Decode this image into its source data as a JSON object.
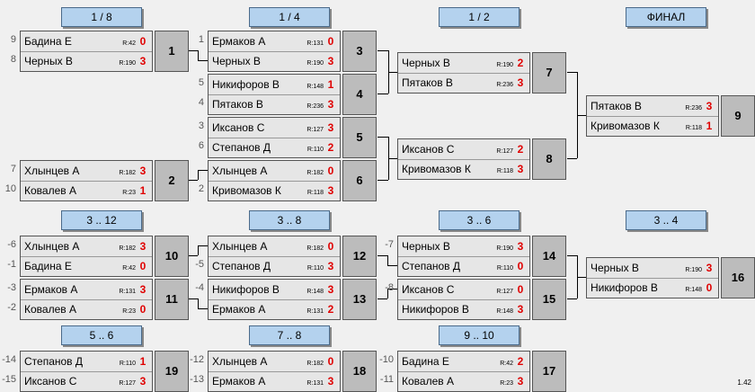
{
  "headers": [
    "1 / 8",
    "1 / 4",
    "1 / 2",
    "ФИНАЛ",
    "3 .. 12",
    "3 .. 8",
    "3 .. 6",
    "3 .. 4",
    "5 .. 6",
    "7 .. 8",
    "9 .. 10"
  ],
  "version": "1.42",
  "matches": [
    {
      "num": "1",
      "p1": {
        "name": "Бадина Е",
        "rating": "R:42",
        "score": "0"
      },
      "p2": {
        "name": "Черных В",
        "rating": "R:190",
        "score": "3"
      },
      "s1": "9",
      "s2": "8"
    },
    {
      "num": "2",
      "p1": {
        "name": "Хлынцев А",
        "rating": "R:182",
        "score": "3"
      },
      "p2": {
        "name": "Ковалев А",
        "rating": "R:23",
        "score": "1"
      },
      "s1": "7",
      "s2": "10"
    },
    {
      "num": "3",
      "p1": {
        "name": "Ермаков А",
        "rating": "R:131",
        "score": "0"
      },
      "p2": {
        "name": "Черных В",
        "rating": "R:190",
        "score": "3"
      },
      "s1": "1",
      "s2": ""
    },
    {
      "num": "4",
      "p1": {
        "name": "Никифоров В",
        "rating": "R:148",
        "score": "1"
      },
      "p2": {
        "name": "Пятаков В",
        "rating": "R:236",
        "score": "3"
      },
      "s1": "5",
      "s2": "4"
    },
    {
      "num": "5",
      "p1": {
        "name": "Иксанов С",
        "rating": "R:127",
        "score": "3"
      },
      "p2": {
        "name": "Степанов Д",
        "rating": "R:110",
        "score": "2"
      },
      "s1": "3",
      "s2": "6"
    },
    {
      "num": "6",
      "p1": {
        "name": "Хлынцев А",
        "rating": "R:182",
        "score": "0"
      },
      "p2": {
        "name": "Кривомазов К",
        "rating": "R:118",
        "score": "3"
      },
      "s1": "",
      "s2": "2"
    },
    {
      "num": "7",
      "p1": {
        "name": "Черных В",
        "rating": "R:190",
        "score": "2"
      },
      "p2": {
        "name": "Пятаков В",
        "rating": "R:236",
        "score": "3"
      },
      "s1": "",
      "s2": ""
    },
    {
      "num": "8",
      "p1": {
        "name": "Иксанов С",
        "rating": "R:127",
        "score": "2"
      },
      "p2": {
        "name": "Кривомазов К",
        "rating": "R:118",
        "score": "3"
      },
      "s1": "",
      "s2": ""
    },
    {
      "num": "9",
      "p1": {
        "name": "Пятаков В",
        "rating": "R:236",
        "score": "3"
      },
      "p2": {
        "name": "Кривомазов К",
        "rating": "R:118",
        "score": "1"
      },
      "s1": "",
      "s2": ""
    },
    {
      "num": "10",
      "p1": {
        "name": "Хлынцев А",
        "rating": "R:182",
        "score": "3"
      },
      "p2": {
        "name": "Бадина Е",
        "rating": "R:42",
        "score": "0"
      },
      "s1": "-6",
      "s2": "-1"
    },
    {
      "num": "11",
      "p1": {
        "name": "Ермаков А",
        "rating": "R:131",
        "score": "3"
      },
      "p2": {
        "name": "Ковалев А",
        "rating": "R:23",
        "score": "0"
      },
      "s1": "-3",
      "s2": "-2"
    },
    {
      "num": "12",
      "p1": {
        "name": "Хлынцев А",
        "rating": "R:182",
        "score": "0"
      },
      "p2": {
        "name": "Степанов Д",
        "rating": "R:110",
        "score": "3"
      },
      "s1": "",
      "s2": "-5"
    },
    {
      "num": "13",
      "p1": {
        "name": "Никифоров В",
        "rating": "R:148",
        "score": "3"
      },
      "p2": {
        "name": "Ермаков А",
        "rating": "R:131",
        "score": "2"
      },
      "s1": "-4",
      "s2": ""
    },
    {
      "num": "14",
      "p1": {
        "name": "Черных В",
        "rating": "R:190",
        "score": "3"
      },
      "p2": {
        "name": "Степанов Д",
        "rating": "R:110",
        "score": "0"
      },
      "s1": "-7",
      "s2": ""
    },
    {
      "num": "15",
      "p1": {
        "name": "Иксанов С",
        "rating": "R:127",
        "score": "0"
      },
      "p2": {
        "name": "Никифоров В",
        "rating": "R:148",
        "score": "3"
      },
      "s1": "-8",
      "s2": ""
    },
    {
      "num": "16",
      "p1": {
        "name": "Черных В",
        "rating": "R:190",
        "score": "3"
      },
      "p2": {
        "name": "Никифоров В",
        "rating": "R:148",
        "score": "0"
      },
      "s1": "",
      "s2": ""
    },
    {
      "num": "19",
      "p1": {
        "name": "Степанов Д",
        "rating": "R:110",
        "score": "1"
      },
      "p2": {
        "name": "Иксанов С",
        "rating": "R:127",
        "score": "3"
      },
      "s1": "-14",
      "s2": "-15"
    },
    {
      "num": "18",
      "p1": {
        "name": "Хлынцев А",
        "rating": "R:182",
        "score": "0"
      },
      "p2": {
        "name": "Ермаков А",
        "rating": "R:131",
        "score": "3"
      },
      "s1": "-12",
      "s2": "-13"
    },
    {
      "num": "17",
      "p1": {
        "name": "Бадина Е",
        "rating": "R:42",
        "score": "2"
      },
      "p2": {
        "name": "Ковалев А",
        "rating": "R:23",
        "score": "3"
      },
      "s1": "-10",
      "s2": "-11"
    }
  ]
}
